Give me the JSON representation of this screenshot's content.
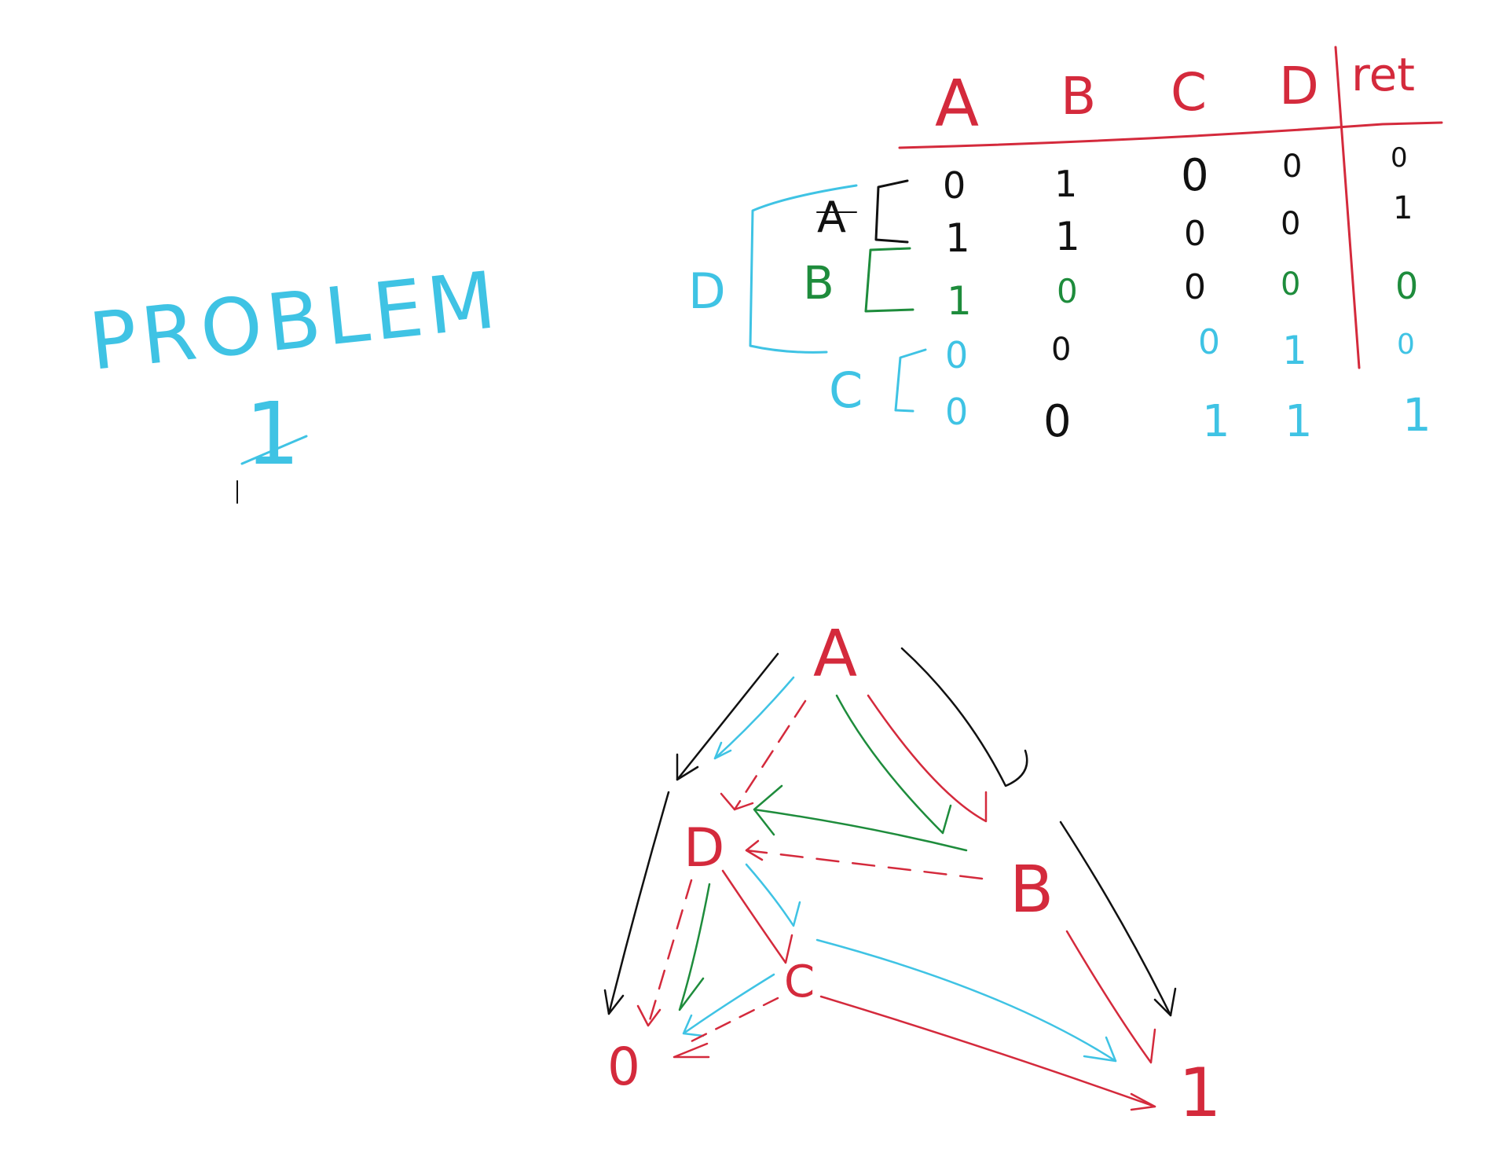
{
  "colors": {
    "red": "#d42a3c",
    "blue": "#3fc3e4",
    "green": "#1e8c3c",
    "black": "#111111"
  },
  "title": {
    "text": "PROBLEM",
    "number": "1"
  },
  "truth_table": {
    "headers": [
      "A",
      "B",
      "C",
      "D",
      "ret"
    ],
    "group_labels": {
      "outer": "D",
      "row_a": "A",
      "row_b": "B",
      "row_c": "C"
    },
    "rows": [
      [
        "0",
        "1",
        "0",
        "0",
        "0"
      ],
      [
        "1",
        "1",
        "0",
        "0",
        "1"
      ],
      [
        "1",
        "0",
        "0",
        "0",
        "0"
      ],
      [
        "0",
        "0",
        "0",
        "1",
        "0"
      ],
      [
        "0",
        "0",
        "1",
        "1",
        "1"
      ]
    ]
  },
  "graph": {
    "nodes": {
      "a": "A",
      "d": "D",
      "b": "B",
      "c": "C",
      "zero": "0",
      "one": "1"
    }
  }
}
